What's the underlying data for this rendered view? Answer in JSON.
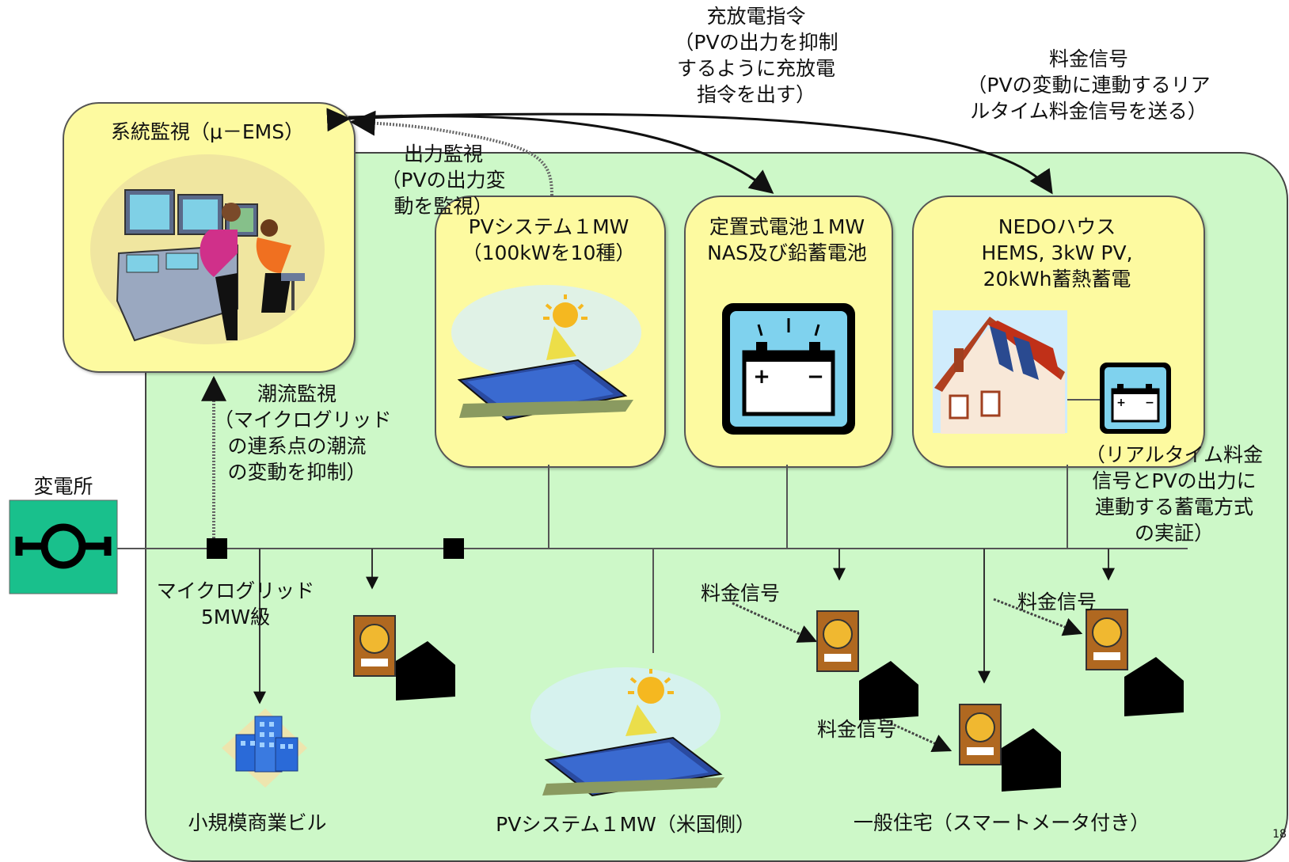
{
  "ems_box": {
    "title": "系統監視（μ－EMS）"
  },
  "pv_box": {
    "lines": [
      "PVシステム１MW",
      "（100kWを10種）"
    ]
  },
  "battery_box": {
    "lines": [
      "定置式電池１MW",
      "NAS及び鉛蓄電池"
    ]
  },
  "nedo_box": {
    "lines": [
      "NEDOハウス",
      "HEMS, 3kW PV,",
      "20kWh蓄熱蓄電"
    ]
  },
  "labels": {
    "charge_command": [
      "充放電指令",
      "（PVの出力を抑制",
      "するように充放電",
      "指令を出す）"
    ],
    "price_signal_top": [
      "料金信号",
      "（PVの変動に連動するリア",
      "ルタイム料金信号を送る）"
    ],
    "output_monitor": [
      "出力監視",
      "（PVの出力変",
      "動を監視）"
    ],
    "flow_monitor": [
      "潮流監視",
      "（マイクログリッド",
      "の連系点の潮流",
      "の変動を抑制）"
    ],
    "substation": "変電所",
    "microgrid": [
      "マイクログリッド",
      "5MW級"
    ],
    "realtime_note": [
      "（リアルタイム料金",
      "信号とPVの出力に",
      "連動する蓄電方式",
      "の実証）"
    ],
    "price_signal_1": "料金信号",
    "price_signal_2": "料金信号",
    "price_signal_3": "料金信号",
    "commercial_building": "小規模商業ビル",
    "pv_us": "PVシステム１MW（米国側）",
    "houses": "一般住宅（スマートメータ付き）",
    "page_number": "18"
  },
  "colors": {
    "main_area": "#cdf8c8",
    "box_fill": "#fdfaa0",
    "substation": "#19c08c",
    "battery_icon_bg": "#7fd2ee"
  },
  "icons": [
    "operators-at-console",
    "solar-panel-with-sun",
    "battery-icon",
    "house-with-solar-roof",
    "smart-meter-house-icon",
    "office-building-icon",
    "substation-symbol"
  ]
}
